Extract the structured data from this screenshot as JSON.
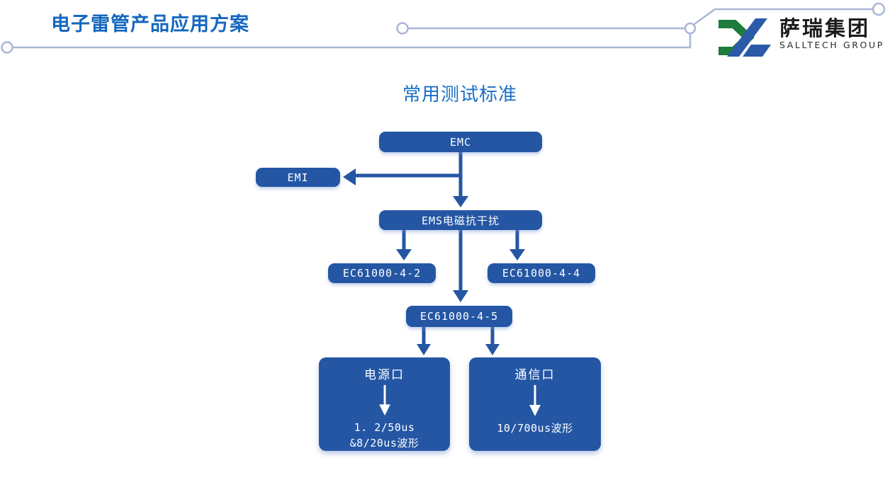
{
  "header": {
    "title": "电子雷管产品应用方案"
  },
  "logo": {
    "company": "萨瑞集团",
    "subtitle": "SALLTECH GROUP",
    "green": "#1e7c3c",
    "blue": "#2a5aa8"
  },
  "diagram": {
    "heading": "常用测试标准",
    "node_color": "#2456a4",
    "nodes": {
      "emc": {
        "label": "EMC"
      },
      "emi": {
        "label": "EMI"
      },
      "ems": {
        "label": "EMS电磁抗干扰"
      },
      "iec2": {
        "label": "EC61000-4-2"
      },
      "iec4": {
        "label": "EC61000-4-4"
      },
      "iec5": {
        "label": "EC61000-4-5"
      },
      "power_port": {
        "title": "电源口",
        "lines": [
          "1. 2/50us",
          "&8/20us波形"
        ]
      },
      "comm_port": {
        "title": "通信口",
        "lines": [
          "10/700us波形"
        ]
      }
    }
  },
  "colors": {
    "title_blue": "#1467be",
    "heading_blue": "#1a6fc4",
    "node_blue": "#2456a4",
    "trace_line": "#aab6d6"
  }
}
